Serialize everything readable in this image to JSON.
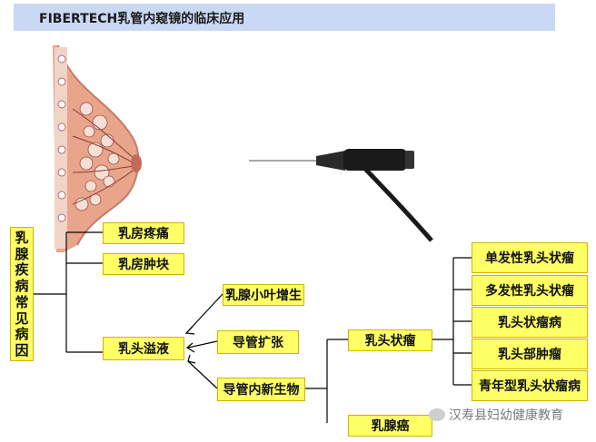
{
  "title": "FIBERTECH乳管内窥镜的临床应用",
  "causes_label": [
    "乳",
    "腺",
    "疾",
    "病",
    "常",
    "见",
    "病",
    "因"
  ],
  "causes": {
    "pain": "乳房疼痛",
    "lump": "乳房肿块",
    "discharge": "乳头溢液"
  },
  "discharge_causes": {
    "lobular": "乳腺小叶增生",
    "ectasia": "导管扩张",
    "neoplasm": "导管内新生物"
  },
  "neoplasm_types": {
    "papilloma": "乳头状瘤",
    "cancer": "乳腺癌"
  },
  "papilloma_types": [
    "单发性乳头状瘤",
    "多发性乳头状瘤",
    "乳头状瘤病",
    "乳头部肿瘤",
    "青年型乳头状瘤病"
  ],
  "watermark": "汉寿县妇幼健康教育"
}
